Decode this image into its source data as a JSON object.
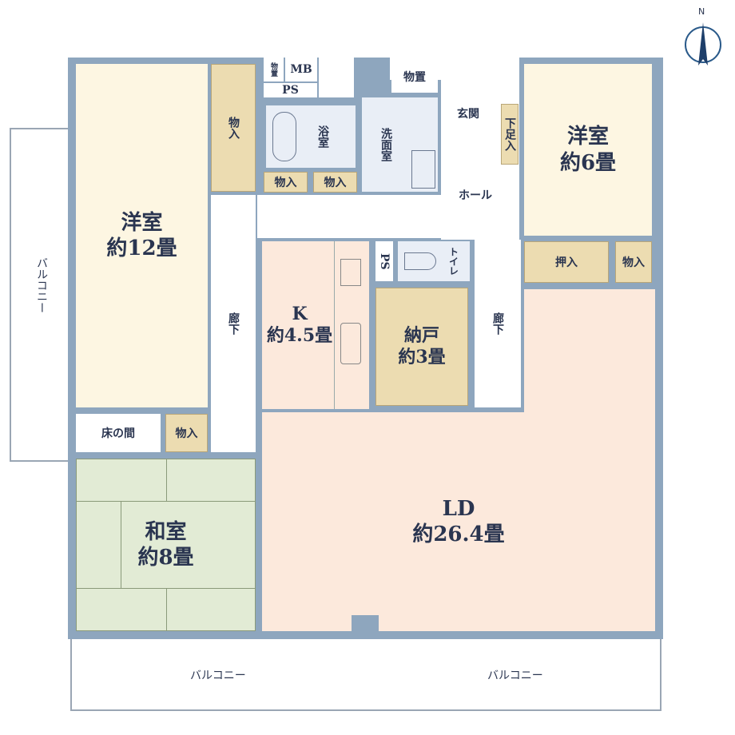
{
  "rooms": {
    "western12": {
      "name": "洋室",
      "size": "約12畳"
    },
    "western6": {
      "name": "洋室",
      "size": "約6畳"
    },
    "kitchen": {
      "name": "K",
      "size": "約4.5畳"
    },
    "storeroom": {
      "name": "納戸",
      "size": "約3畳"
    },
    "ld": {
      "name": "LD",
      "size": "約26.4畳"
    },
    "japanese": {
      "name": "和室",
      "size": "約8畳"
    },
    "bath": "浴室",
    "washroom": "洗面室",
    "entrance": "玄関",
    "hall": "ホール",
    "toilet": "トイレ",
    "corridor_left": "廊下",
    "corridor_right": "廊下",
    "tokonoma": "床の間"
  },
  "storage": {
    "closet_w12": "物入",
    "closet_bath1": "物入",
    "closet_bath2": "物入",
    "closet_tokonoma": "物入",
    "oshiire": "押入",
    "closet_w6": "物入",
    "shoe_cabinet": "下足入",
    "monooki_top": "物置",
    "monooki_small": "物置",
    "mb": "MB",
    "ps_top": "PS",
    "ps_toilet": "PS"
  },
  "balconies": {
    "left": "バルコニー",
    "bottom_left": "バルコニー",
    "bottom_right": "バルコニー"
  },
  "compass": "N"
}
